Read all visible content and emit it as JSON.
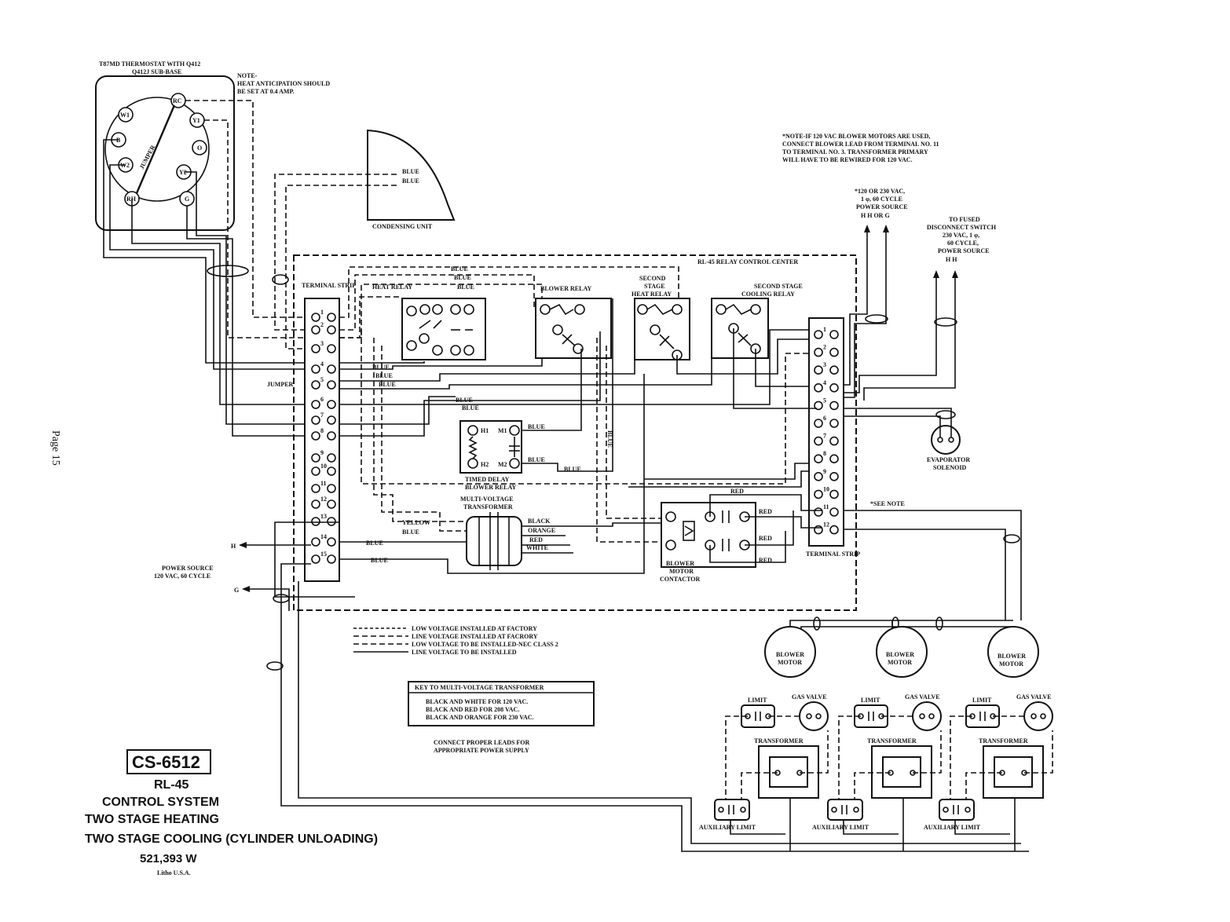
{
  "page_number": "Page 15",
  "thermostat": {
    "title_line1": "T87MD THERMOSTAT WITH Q412",
    "title_line2": "Q412J SUB-BASE",
    "terminals": [
      "W1",
      "B",
      "W2",
      "RH",
      "RC",
      "Y1",
      "O",
      "Y2",
      "G"
    ],
    "jumper": "JUMPER"
  },
  "note_heat": [
    "NOTE-",
    "HEAT ANTICIPATION SHOULD",
    "BE SET AT 0.4 AMP."
  ],
  "condensing_unit": {
    "label": "CONDENSING UNIT",
    "wires": [
      "BLUE",
      "BLUE"
    ]
  },
  "note_blower": [
    "*NOTE-IF 120 VAC BLOWER MOTORS ARE USED,",
    "CONNECT BLOWER LEAD FROM TERMINAL NO. 11",
    "TO TERMINAL NO. 3. TRANSFORMER PRIMARY",
    "WILL HAVE TO BE REWIRED FOR 120 VAC."
  ],
  "power_source_1": [
    "*120 OR 230 VAC,",
    "1 φ, 60 CYCLE",
    "POWER SOURCE",
    "H     H OR G"
  ],
  "power_source_2": [
    "TO FUSED",
    "DISCONNECT SWITCH",
    "230 VAC, 1 φ,",
    "60 CYCLE,",
    "POWER SOURCE",
    "H    H"
  ],
  "control_center": {
    "title": "RL-45 RELAY CONTROL CENTER",
    "terminal_strip_left": "TERMINAL STRIP",
    "terminal_strip_right": "TERMINAL STRIP",
    "left_terminals": [
      "1",
      "2",
      "3",
      "4",
      "5",
      "6",
      "7",
      "8",
      "9",
      "10",
      "11",
      "12",
      "13",
      "14",
      "15"
    ],
    "right_terminals": [
      "1",
      "2",
      "3",
      "4",
      "5",
      "6",
      "7",
      "8",
      "9",
      "10",
      "11",
      "12"
    ],
    "heat_relay": "HEAT RELAY",
    "blower_relay": "BLOWER RELAY",
    "second_stage_heat_relay": [
      "SECOND",
      "STAGE",
      "HEAT RELAY"
    ],
    "second_stage_cooling_relay": [
      "SECOND STAGE",
      "COOLING RELAY"
    ],
    "timed_delay": [
      "TIMED DELAY",
      "BLOWER RELAY"
    ],
    "timed_terms": [
      "H1",
      "M1",
      "H2",
      "M2"
    ],
    "transformer": [
      "MULTI-VOLTAGE",
      "TRANSFORMER"
    ],
    "contactor": [
      "BLOWER",
      "MOTOR",
      "CONTACTOR"
    ],
    "jumper": "JUMPER",
    "see_note": "*SEE NOTE",
    "wire_blue": "BLUE",
    "wire_red": "RED",
    "wire_yellow": "YELLOW",
    "wire_black": "BLACK",
    "wire_orange": "ORANGE",
    "wire_white": "WHITE"
  },
  "evaporator": [
    "EVAPORATOR",
    "SOLENOID"
  ],
  "power_source_left": [
    "POWER SOURCE",
    "120 VAC, 60 CYCLE"
  ],
  "h_label": "H",
  "g_label": "G",
  "legend": [
    "LOW VOLTAGE INSTALLED AT FACTORY",
    "LINE VOLTAGE INSTALLED AT FACRORY",
    "LOW VOLTAGE TO BE INSTALLED-NEC CLASS 2",
    "LINE VOLTAGE TO BE INSTALLED"
  ],
  "key": {
    "title": "KEY TO MULTI-VOLTAGE TRANSFORMER",
    "lines": [
      "BLACK AND WHITE FOR 120 VAC.",
      "BLACK AND RED FOR 208 VAC.",
      "BLACK AND ORANGE FOR 230 VAC."
    ]
  },
  "connect_note": [
    "CONNECT PROPER LEADS FOR",
    "APPROPRIATE POWER SUPPLY"
  ],
  "blower_motor": [
    "BLOWER",
    "MOTOR"
  ],
  "furnace": {
    "limit": "LIMIT",
    "gas_valve": "GAS VALVE",
    "transformer": "TRANSFORMER",
    "aux_limit": "AUXILIARY LIMIT"
  },
  "title_block": {
    "code": "CS-6512",
    "line1": "RL-45",
    "line2": "CONTROL SYSTEM",
    "line3": "TWO STAGE HEATING",
    "line4": "TWO STAGE COOLING (CYLINDER UNLOADING)",
    "line5": "521,393 W",
    "line6": "Litho U.S.A."
  }
}
